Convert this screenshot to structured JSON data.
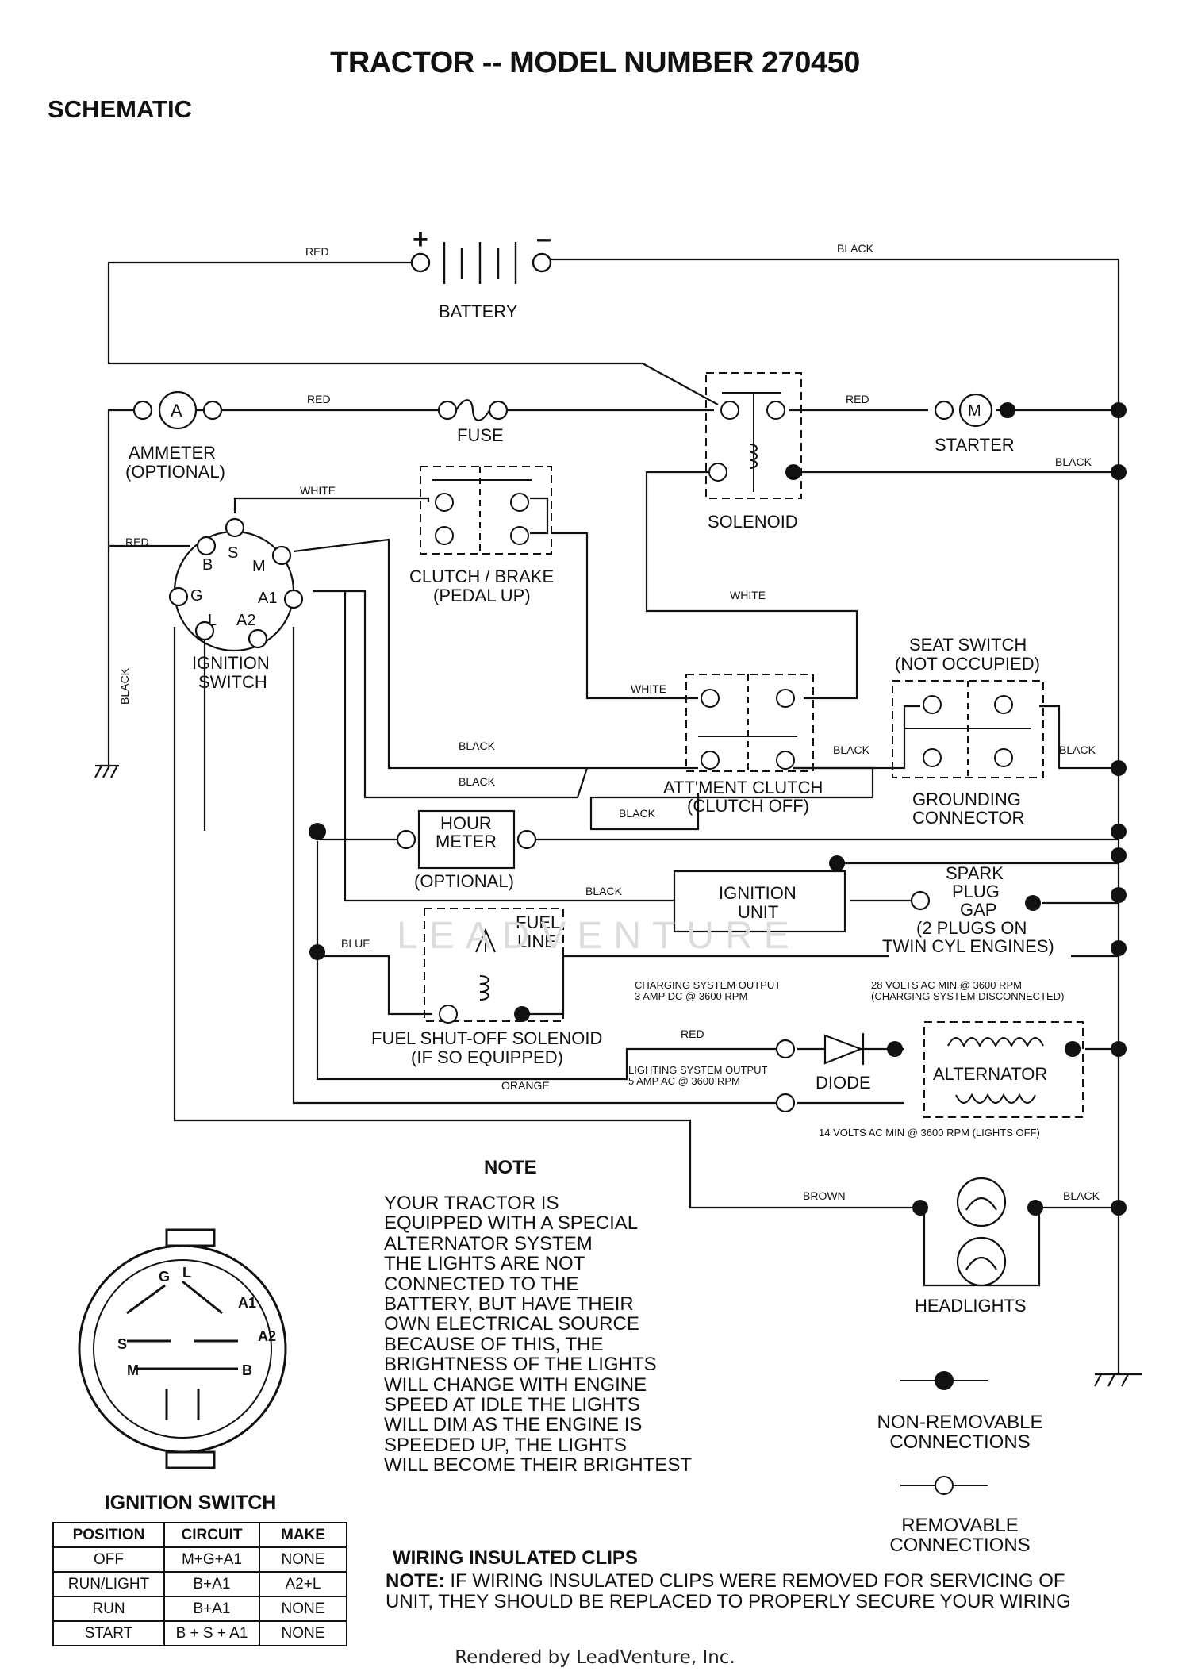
{
  "title": "TRACTOR -- MODEL NUMBER 270450",
  "subtitle": "SCHEMATIC",
  "components": {
    "battery": "BATTERY",
    "battery_plus": "+",
    "battery_minus": "–",
    "ammeter_l1": "AMMETER",
    "ammeter_l2": "(OPTIONAL)",
    "ammeter_symbol": "A",
    "fuse": "FUSE",
    "starter": "STARTER",
    "starter_symbol": "M",
    "solenoid": "SOLENOID",
    "clutch_brake_l1": "CLUTCH / BRAKE",
    "clutch_brake_l2": "(PEDAL UP)",
    "ignition_switch_l1": "IGNITION",
    "ignition_switch_l2": "SWITCH",
    "seat_switch_l1": "SEAT SWITCH",
    "seat_switch_l2": "(NOT OCCUPIED)",
    "attment_clutch_l1": "ATT'MENT CLUTCH",
    "attment_clutch_l2": "(CLUTCH OFF)",
    "grounding_l1": "GROUNDING",
    "grounding_l2": "CONNECTOR",
    "hour_meter_l1": "HOUR",
    "hour_meter_l2": "METER",
    "hour_meter_l3": "(OPTIONAL)",
    "ignition_unit_l1": "IGNITION",
    "ignition_unit_l2": "UNIT",
    "spark_l1": "SPARK",
    "spark_l2": "PLUG",
    "spark_l3": "GAP",
    "spark_l4": "(2 PLUGS ON",
    "spark_l5": "TWIN CYL  ENGINES)",
    "fuel_line_l1": "FUEL",
    "fuel_line_l2": "LINE",
    "fuel_solenoid_l1": "FUEL SHUT-OFF SOLENOID",
    "fuel_solenoid_l2": "(IF SO EQUIPPED)",
    "diode": "DIODE",
    "alternator": "ALTERNATOR",
    "headlights": "HEADLIGHTS",
    "charging_l1": "CHARGING SYSTEM OUTPUT",
    "charging_l2": "3 AMP DC @ 3600 RPM",
    "volts28_l1": "28 VOLTS AC MIN  @ 3600 RPM",
    "volts28_l2": "(CHARGING SYSTEM DISCONNECTED)",
    "lighting_l1": "LIGHTING SYSTEM OUTPUT",
    "lighting_l2": "5 AMP AC @ 3600 RPM",
    "volts14": "14 VOLTS AC MIN  @ 3600 RPM (LIGHTS OFF)"
  },
  "terminals": {
    "B": "B",
    "S": "S",
    "M": "M",
    "G": "G",
    "A1": "A1",
    "L": "L",
    "A2": "A2"
  },
  "wires": {
    "red": "RED",
    "black": "BLACK",
    "white": "WHITE",
    "blue": "BLUE",
    "orange": "ORANGE",
    "brown": "BROWN"
  },
  "note": {
    "heading": "NOTE",
    "body": "YOUR TRACTOR IS\nEQUIPPED WITH A SPECIAL\nALTERNATOR SYSTEM\nTHE LIGHTS ARE NOT\nCONNECTED TO THE\nBATTERY, BUT HAVE THEIR\nOWN ELECTRICAL SOURCE\nBECAUSE OF THIS, THE\nBRIGHTNESS OF THE LIGHTS\nWILL CHANGE WITH ENGINE\nSPEED   AT IDLE THE LIGHTS\nWILL DIM   AS THE ENGINE IS\nSPEEDED UP, THE LIGHTS\nWILL BECOME THEIR BRIGHTEST"
  },
  "legend": {
    "non_removable": "NON-REMOVABLE\nCONNECTIONS",
    "removable": "REMOVABLE\nCONNECTIONS"
  },
  "clips": {
    "heading": "WIRING INSULATED CLIPS",
    "note_label": "NOTE:",
    "note_text": " IF WIRING INSULATED CLIPS WERE REMOVED FOR SERVICING OF UNIT, THEY SHOULD BE REPLACED TO PROPERLY SECURE YOUR WIRING"
  },
  "ignition_table": {
    "title": "IGNITION SWITCH",
    "headers": [
      "POSITION",
      "CIRCUIT",
      "MAKE"
    ],
    "rows": [
      [
        "OFF",
        "M+G+A1",
        "NONE"
      ],
      [
        "RUN/LIGHT",
        "B+A1",
        "A2+L"
      ],
      [
        "RUN",
        "B+A1",
        "NONE"
      ],
      [
        "START",
        "B + S + A1",
        "NONE"
      ]
    ]
  },
  "watermark": "LEADVENTURE",
  "footer": "Rendered by LeadVenture, Inc."
}
